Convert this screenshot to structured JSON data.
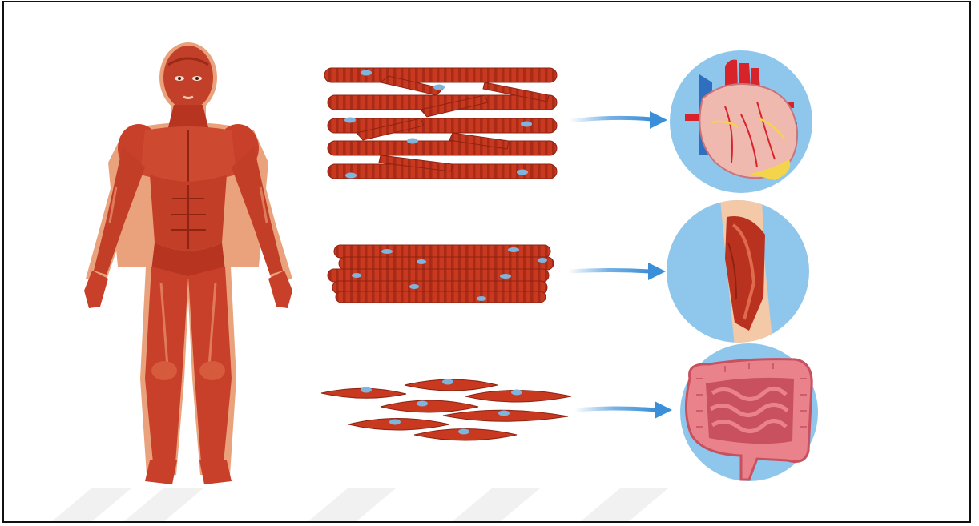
{
  "figure": {
    "border_color": "#111111",
    "background": "#ffffff",
    "watermark_color": "#f1f1f1"
  },
  "colors": {
    "muscle_dark": "#b8321f",
    "muscle_mid": "#d2452d",
    "muscle_light": "#e06a4c",
    "skin_outline": "#e9a27c",
    "nucleus": "#7fb4dd",
    "arrow": "#3a8fd8",
    "circle_bg": "#8fc7ec",
    "heart_pink": "#f0b9b0",
    "vessel_blue": "#2f6fc0",
    "vessel_red": "#d8232b",
    "fat_yellow": "#f3d44a",
    "intestine_pink": "#e9828a",
    "intestine_dark": "#c9505e"
  },
  "rows": [
    {
      "tissue": "cardiac-muscle-cells",
      "organ": "heart-icon"
    },
    {
      "tissue": "skeletal-muscle-fibers",
      "organ": "leg-muscle-icon"
    },
    {
      "tissue": "smooth-muscle-cells",
      "organ": "intestine-icon"
    }
  ]
}
